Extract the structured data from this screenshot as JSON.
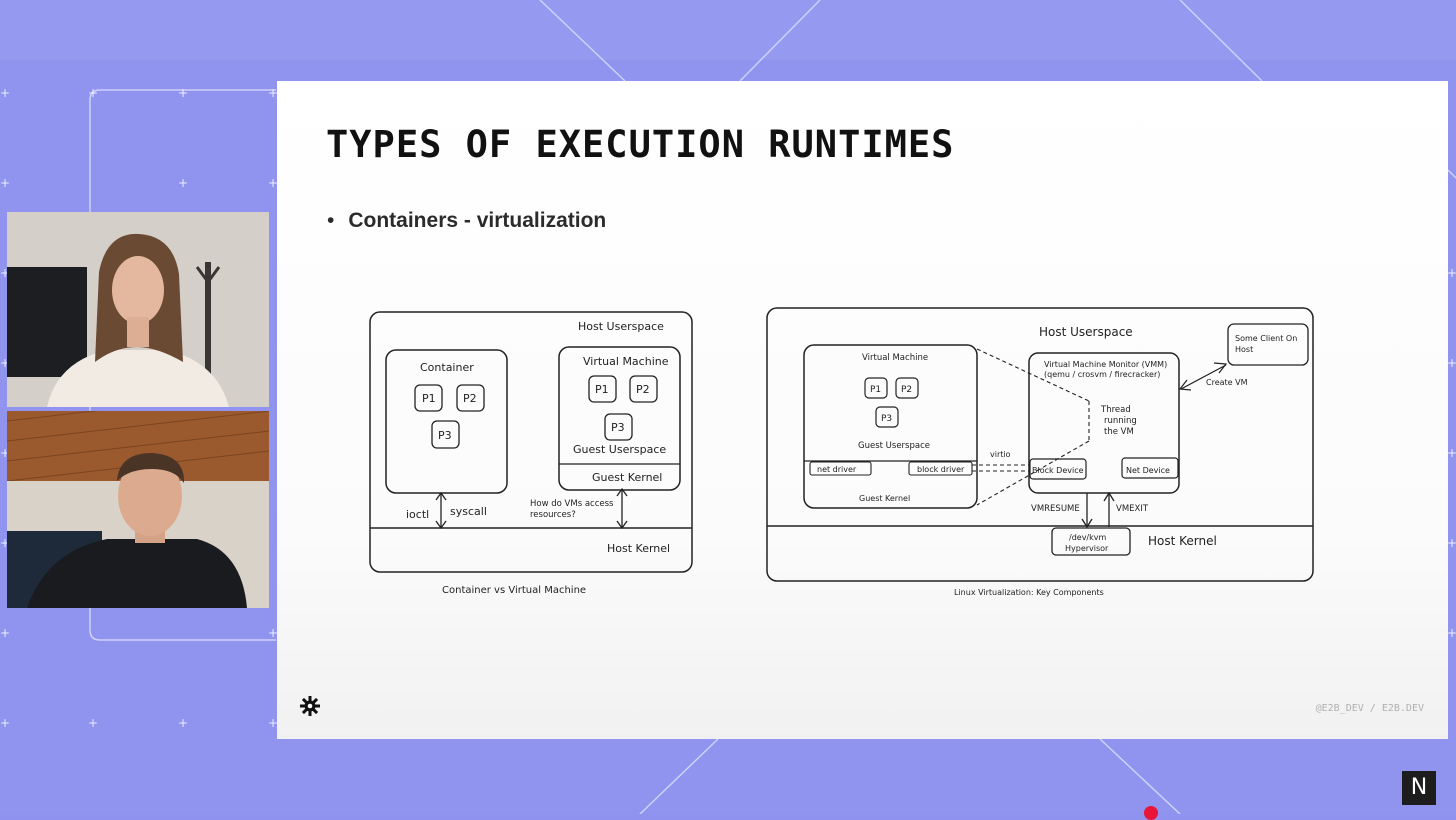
{
  "slide": {
    "title": "TYPES OF EXECUTION RUNTIMES",
    "bullet": "Containers - virtualization",
    "footer": "@E2B_DEV / E2B.DEV"
  },
  "diagram_left": {
    "caption": "Container vs Virtual Machine",
    "host_userspace": "Host Userspace",
    "container": "Container",
    "virtual_machine": "Virtual Machine",
    "p1": "P1",
    "p2": "P2",
    "p3": "P3",
    "guest_userspace": "Guest Userspace",
    "guest_kernel": "Guest Kernel",
    "ioctl": "ioctl",
    "syscall": "syscall",
    "question_line1": "How do VMs access",
    "question_line2": "resources?",
    "host_kernel": "Host Kernel"
  },
  "diagram_right": {
    "caption": "Linux Virtualization: Key Components",
    "host_userspace": "Host Userspace",
    "virtual_machine": "Virtual Machine",
    "p1": "P1",
    "p2": "P2",
    "p3": "P3",
    "guest_userspace": "Guest Userspace",
    "net_driver": "net driver",
    "block_driver": "block driver",
    "guest_kernel": "Guest Kernel",
    "virtio": "virtio",
    "vmm_line1": "Virtual Machine Monitor (VMM)",
    "vmm_line2": "(qemu / crosvm / firecracker)",
    "thread_line1": "Thread",
    "thread_line2": "running",
    "thread_line3": "the VM",
    "block_device": "Block Device",
    "net_device": "Net Device",
    "client_line1": "Some Client On",
    "client_line2": "Host",
    "create_vm": "Create VM",
    "vmresume": "VMRESUME",
    "vmexit": "VMEXIT",
    "dev_kvm": "/dev/kvm",
    "hypervisor": "Hypervisor",
    "host_kernel": "Host Kernel"
  },
  "overlay": {
    "logo_glyph": "N"
  }
}
